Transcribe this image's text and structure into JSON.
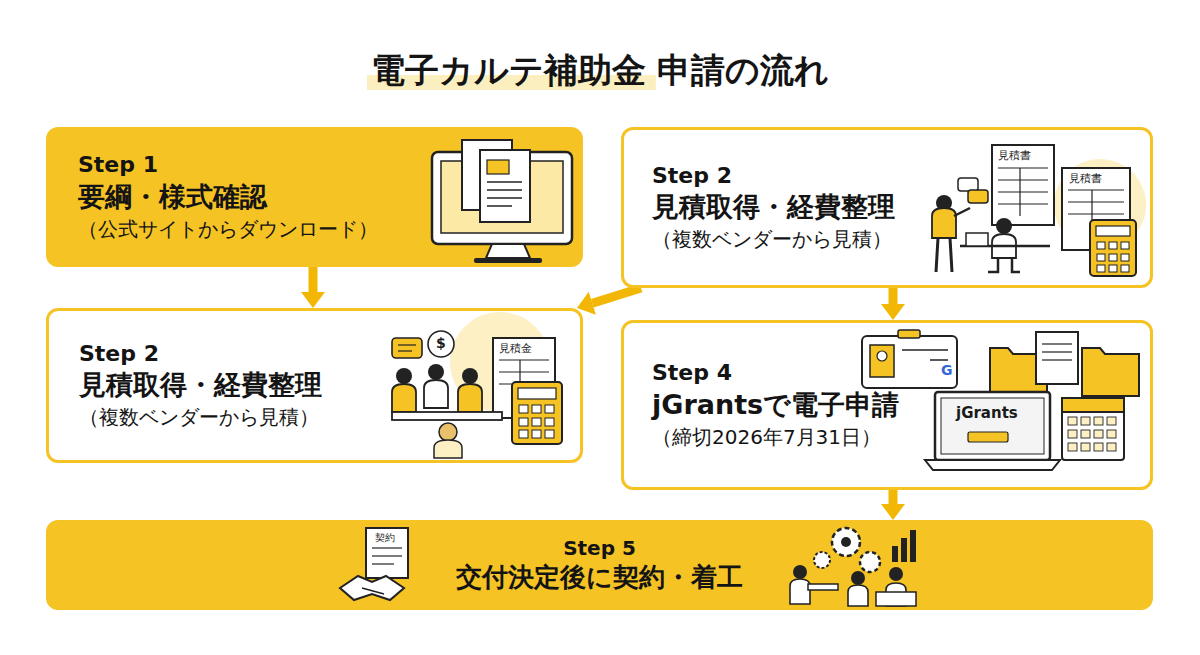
{
  "diagram": {
    "title": "電子カルテ補助金 申請の流れ",
    "nodes": [
      {
        "text": [
          "Step 1",
          "要綱・様式確認",
          "（公式サイトからダウンロード）"
        ]
      },
      {
        "text": [
          "Step 2",
          "見積取得・経費整理",
          "（複数ベンダーから見積）"
        ]
      },
      {
        "text": [
          "Step 2",
          "見積取得・経費整理",
          "（複数ベンダーから見積）"
        ]
      },
      {
        "text": [
          "Step 4",
          "jGrantsで電子申請",
          "（締切2026年7月31日）"
        ]
      },
      {
        "text": [
          "Step 5",
          "交付決定後に契約・着工"
        ]
      }
    ],
    "edges": [
      {
        "from": 0,
        "to": 2,
        "arrow": "to"
      },
      {
        "from": 1,
        "to": 2,
        "arrow": "to"
      },
      {
        "from": 1,
        "to": 3,
        "arrow": "to"
      },
      {
        "from": 3,
        "to": 4,
        "arrow": "to"
      }
    ],
    "labels": [
      "見積書",
      "見積書",
      "見積金",
      "$",
      "G",
      "jGrants",
      "契約"
    ]
  }
}
